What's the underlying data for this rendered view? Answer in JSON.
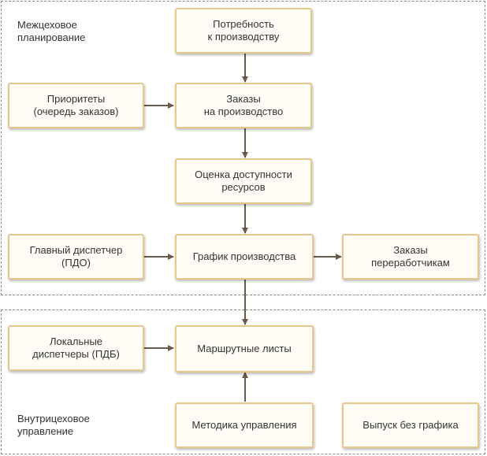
{
  "regions": {
    "inter_shop": {
      "label": "Межцеховое\nпланирование"
    },
    "intra_shop": {
      "label": "Внутрицеховое\nуправление"
    }
  },
  "nodes": {
    "production_need": "Потребность\nк производству",
    "priorities": "Приоритеты\n(очередь заказов)",
    "production_orders": "Заказы\nна производство",
    "resource_availability": "Оценка доступности\nресурсов",
    "chief_dispatcher": "Главный диспетчер\n(ПДО)",
    "production_schedule": "График производства",
    "subcontractor_orders": "Заказы\nпереработчикам",
    "local_dispatchers": "Локальные\nдиспетчеры (ПДБ)",
    "route_sheets": "Маршрутные листы",
    "management_method": "Методика управления",
    "unscheduled_output": "Выпуск без графика"
  },
  "colors": {
    "box_border": "#e6c88d",
    "box_fill": "#fffdf6",
    "arrow": "#6b5a4a",
    "region_border": "#8a8a8a"
  }
}
